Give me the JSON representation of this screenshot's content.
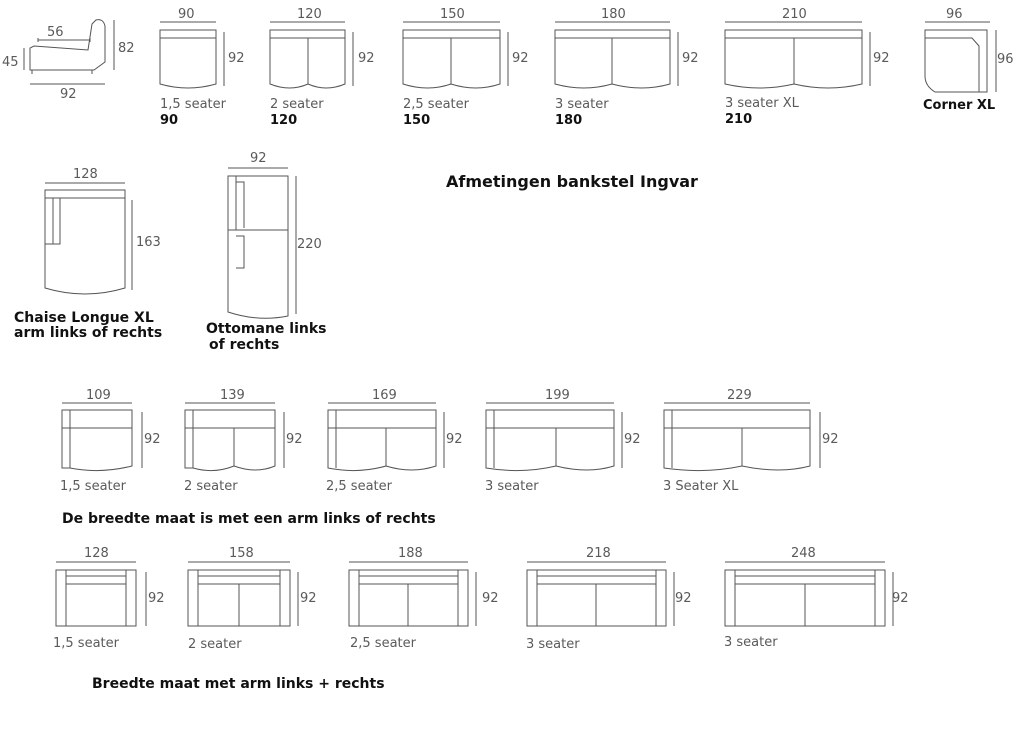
{
  "title": "Afmetingen bankstel Ingvar",
  "side_view": {
    "d1": "56",
    "d2": "82",
    "d3": "45",
    "d4": "92"
  },
  "row1": [
    {
      "width": "90",
      "depth": "92",
      "label": "1,5 seater",
      "value": "90"
    },
    {
      "width": "120",
      "depth": "92",
      "label": "2 seater",
      "value": "120"
    },
    {
      "width": "150",
      "depth": "92",
      "label": "2,5 seater",
      "value": "150"
    },
    {
      "width": "180",
      "depth": "92",
      "label": "3 seater",
      "value": "180"
    },
    {
      "width": "210",
      "depth": "92",
      "label": "3 seater XL",
      "value": "210"
    }
  ],
  "corner": {
    "width": "96",
    "depth": "96",
    "label": "Corner XL"
  },
  "chaise": {
    "width": "128",
    "depth": "163",
    "label_line1": "Chaise Longue XL",
    "label_line2": "arm links of rechts"
  },
  "ottomane": {
    "width": "92",
    "depth": "220",
    "label_line1": "Ottomane links",
    "label_line2": "of rechts"
  },
  "row3": [
    {
      "width": "109",
      "depth": "92",
      "label": "1,5 seater"
    },
    {
      "width": "139",
      "depth": "92",
      "label": "2 seater"
    },
    {
      "width": "169",
      "depth": "92",
      "label": "2,5 seater"
    },
    {
      "width": "199",
      "depth": "92",
      "label": "3 seater"
    },
    {
      "width": "229",
      "depth": "92",
      "label": "3 Seater XL"
    }
  ],
  "row3_caption": "De breedte maat is met een arm links of rechts",
  "row4": [
    {
      "width": "128",
      "depth": "92",
      "label": "1,5 seater"
    },
    {
      "width": "158",
      "depth": "92",
      "label": "2 seater"
    },
    {
      "width": "188",
      "depth": "92",
      "label": "2,5 seater"
    },
    {
      "width": "218",
      "depth": "92",
      "label": "3 seater"
    },
    {
      "width": "248",
      "depth": "92",
      "label": "3 seater"
    }
  ],
  "row4_caption": "Breedte maat met arm links + rechts",
  "colors": {
    "line": "#555555",
    "text": "#111111",
    "muted": "#5a5a5a"
  }
}
